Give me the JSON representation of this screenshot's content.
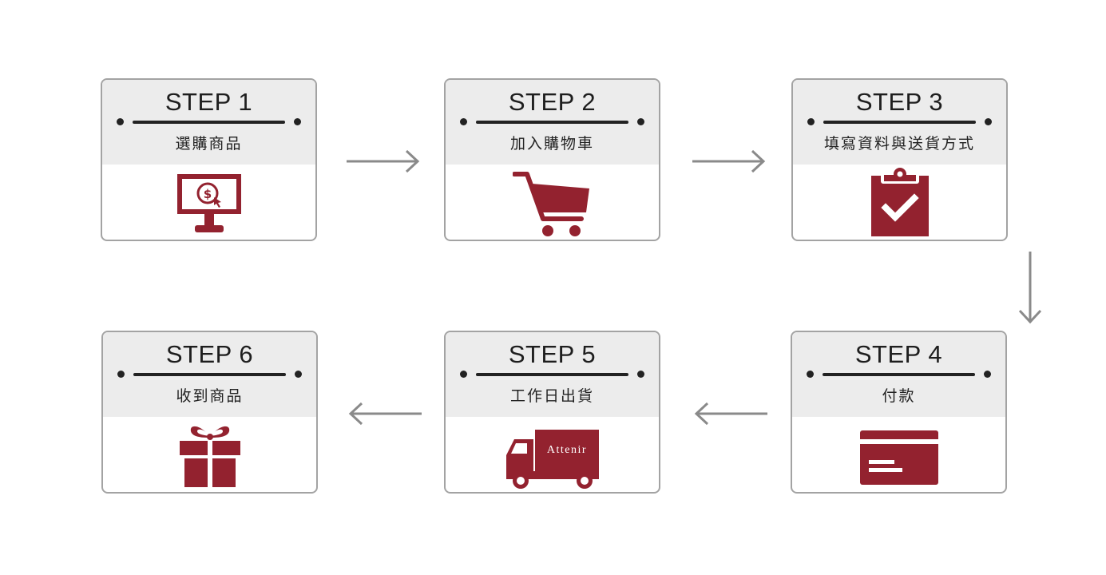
{
  "colors": {
    "accent": "#93222f",
    "border": "#a3a3a3",
    "header_bg": "#ececec",
    "arrow": "#8a8a8a"
  },
  "steps": [
    {
      "title": "STEP 1",
      "label": "選購商品",
      "icon": "monitor-dollar-icon"
    },
    {
      "title": "STEP 2",
      "label": "加入購物車",
      "icon": "shopping-cart-icon"
    },
    {
      "title": "STEP 3",
      "label": "填寫資料與送貨方式",
      "icon": "clipboard-check-icon"
    },
    {
      "title": "STEP 4",
      "label": "付款",
      "icon": "credit-card-icon"
    },
    {
      "title": "STEP 5",
      "label": "工作日出貨",
      "icon": "delivery-truck-icon"
    },
    {
      "title": "STEP 6",
      "label": "收到商品",
      "icon": "gift-box-icon"
    }
  ],
  "truck_brand": "Attenir"
}
